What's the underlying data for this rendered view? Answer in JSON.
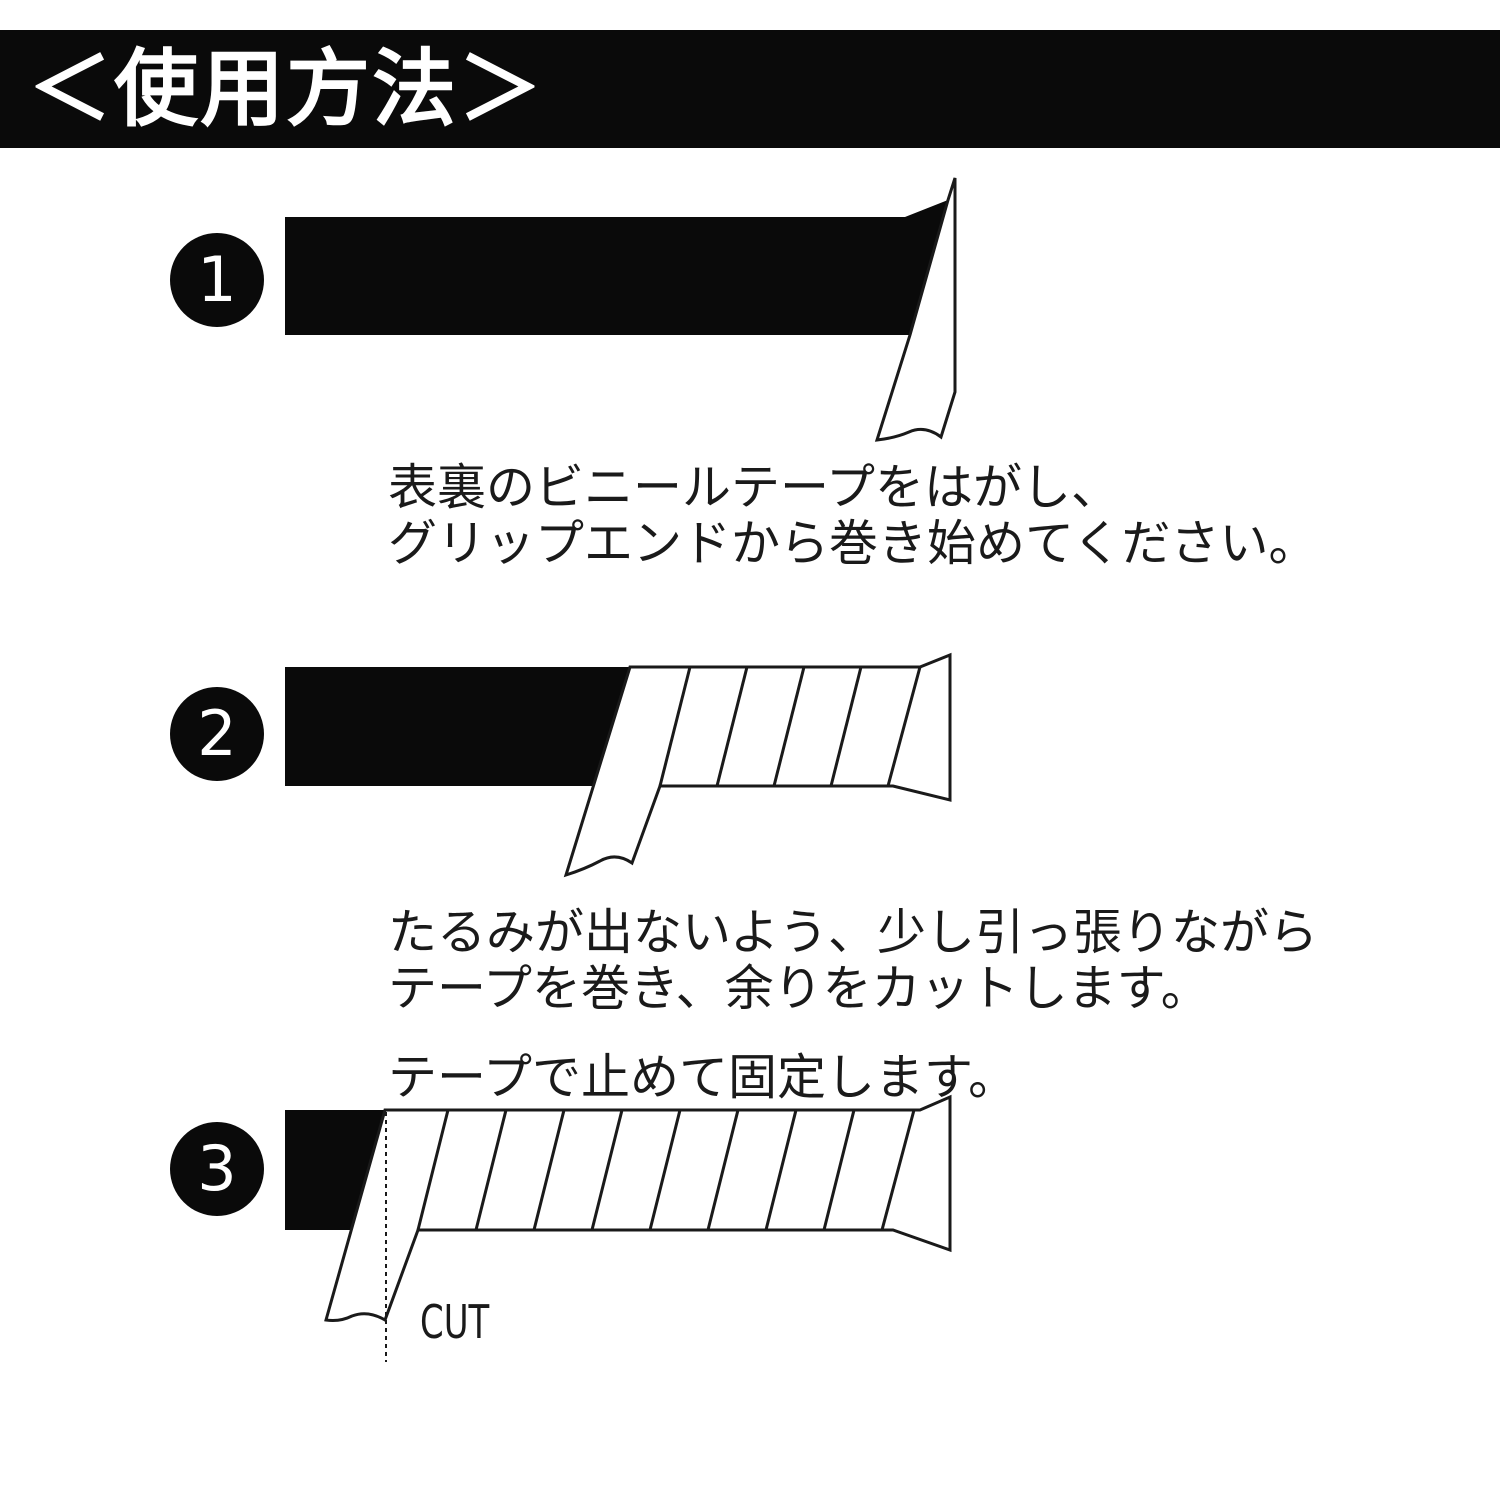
{
  "header": {
    "title": "＜使用方法＞"
  },
  "steps": [
    {
      "number": "1",
      "lines": [
        "表裏のビニールテープをはがし、",
        "グリップエンドから巻き始めてください。"
      ]
    },
    {
      "number": "2",
      "lines": [
        "たるみが出ないよう、少し引っ張りながら",
        "テープを巻き、余りをカットします。"
      ]
    },
    {
      "number": "3",
      "lines": [
        "テープで止めて固定します。"
      ]
    }
  ],
  "cut_label": "CUT",
  "colors": {
    "black": "#0a0a0a",
    "white": "#ffffff",
    "line": "#1a1a1a"
  }
}
